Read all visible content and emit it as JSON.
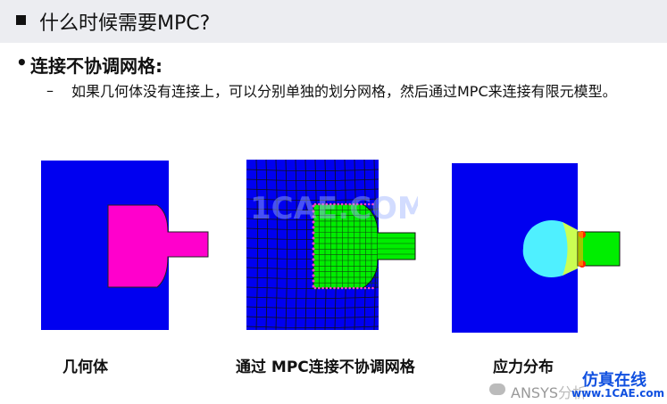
{
  "header": {
    "title": "什么时候需要MPC?"
  },
  "section": {
    "bullet": "•",
    "heading": "连接不协调网格:",
    "dash": "–",
    "description": "如果几何体没有连接上，可以分别单独的划分网格，然后通过MPC来连接有限元模型。"
  },
  "figures": [
    {
      "caption": "几何体"
    },
    {
      "caption": "通过 MPC连接不协调网格"
    },
    {
      "caption": "应力分布"
    }
  ],
  "watermark": {
    "center_text": "1CAE.COM",
    "brand": "ANSYS",
    "brand_tail": "分析",
    "site_cn": "仿真在线",
    "site_url": "www.1CAE.com"
  },
  "colors": {
    "blue": "#0000f0",
    "magenta": "#ff00cc",
    "green": "#00ee00",
    "cyan": "#4ff0ff",
    "red": "#ff0000",
    "grey_bg": "#ecedf1"
  }
}
